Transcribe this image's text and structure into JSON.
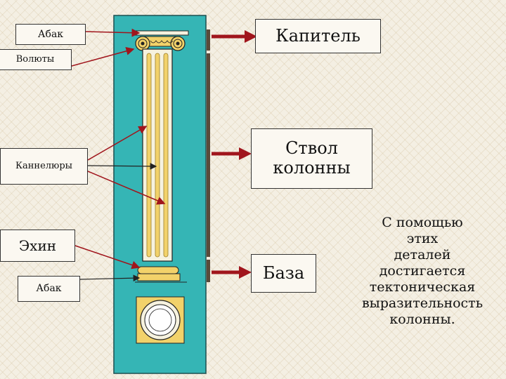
{
  "labels": {
    "abak_top": "Абак",
    "volyuty": "Волюты",
    "kannelyury": "Каннелюры",
    "ekhin": "Эхин",
    "abak_bottom": "Абак"
  },
  "parts": {
    "kapitel": "Капитель",
    "stvol": "Ствол\nколонны",
    "baza": "База"
  },
  "note": "С помощью\nэтих\nдеталей\nдостигается\nтектоническая\nвыразительность\nколонны.",
  "colors": {
    "panel": "#35b5b5",
    "column": "#f6f2df",
    "gold": "#f2d26a",
    "outline": "#222222"
  }
}
